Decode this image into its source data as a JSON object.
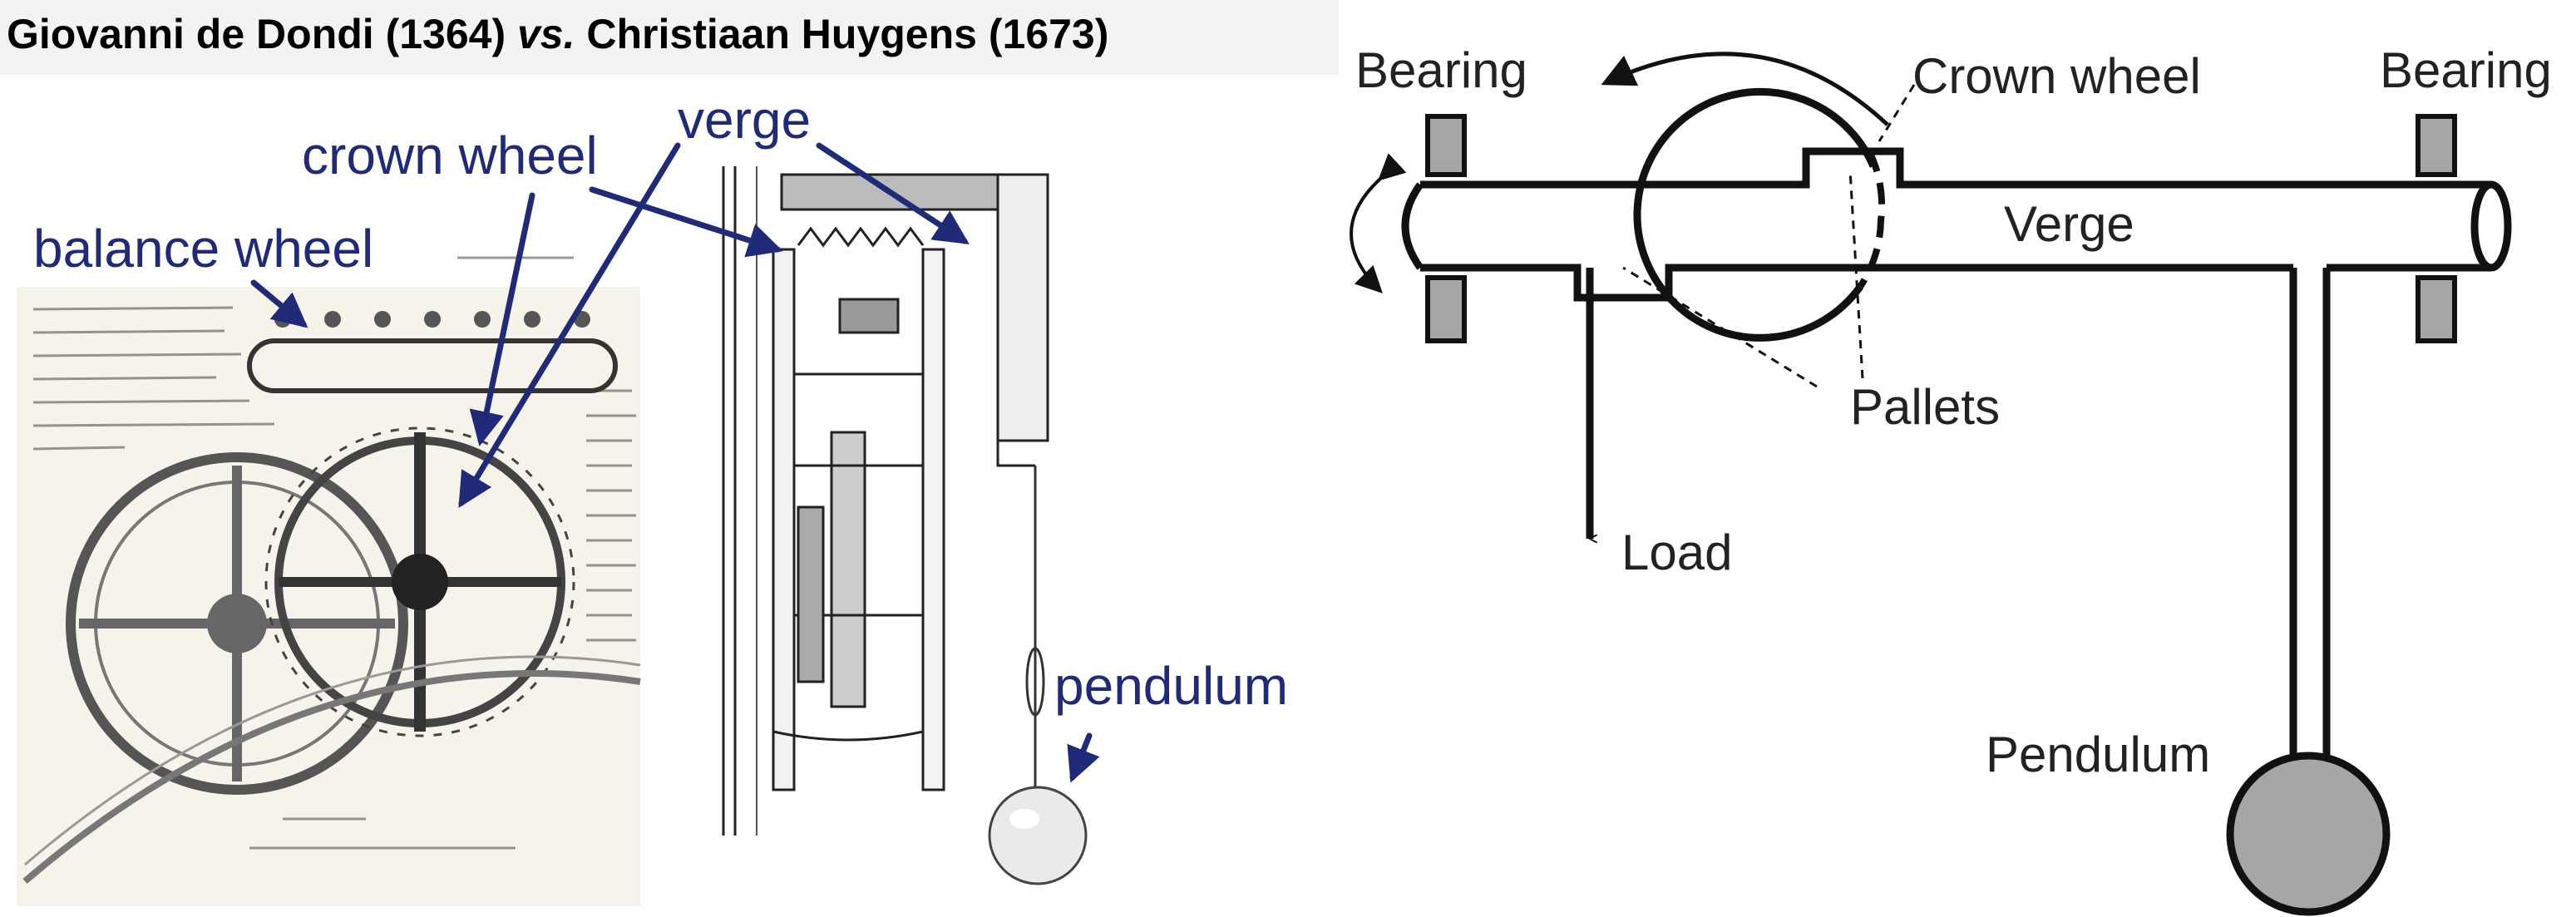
{
  "title": {
    "part1": "Giovanni de Dondi (1364) ",
    "vs": "vs.",
    "part2": " Christiaan Huygens (1673)"
  },
  "photo_labels": {
    "verge": "verge",
    "crown_wheel": "crown wheel",
    "balance_wheel": "balance wheel",
    "pendulum": "pendulum"
  },
  "diagram_labels": {
    "bearing_left": "Bearing",
    "bearing_right": "Bearing",
    "crown_wheel": "Crown wheel",
    "verge": "Verge",
    "pallets": "Pallets",
    "load": "Load",
    "pendulum": "Pendulum"
  },
  "colors": {
    "label_blue": "#1f2a78",
    "bearing_grey": "#a6a6a6",
    "bob_grey": "#a6a6a6"
  }
}
